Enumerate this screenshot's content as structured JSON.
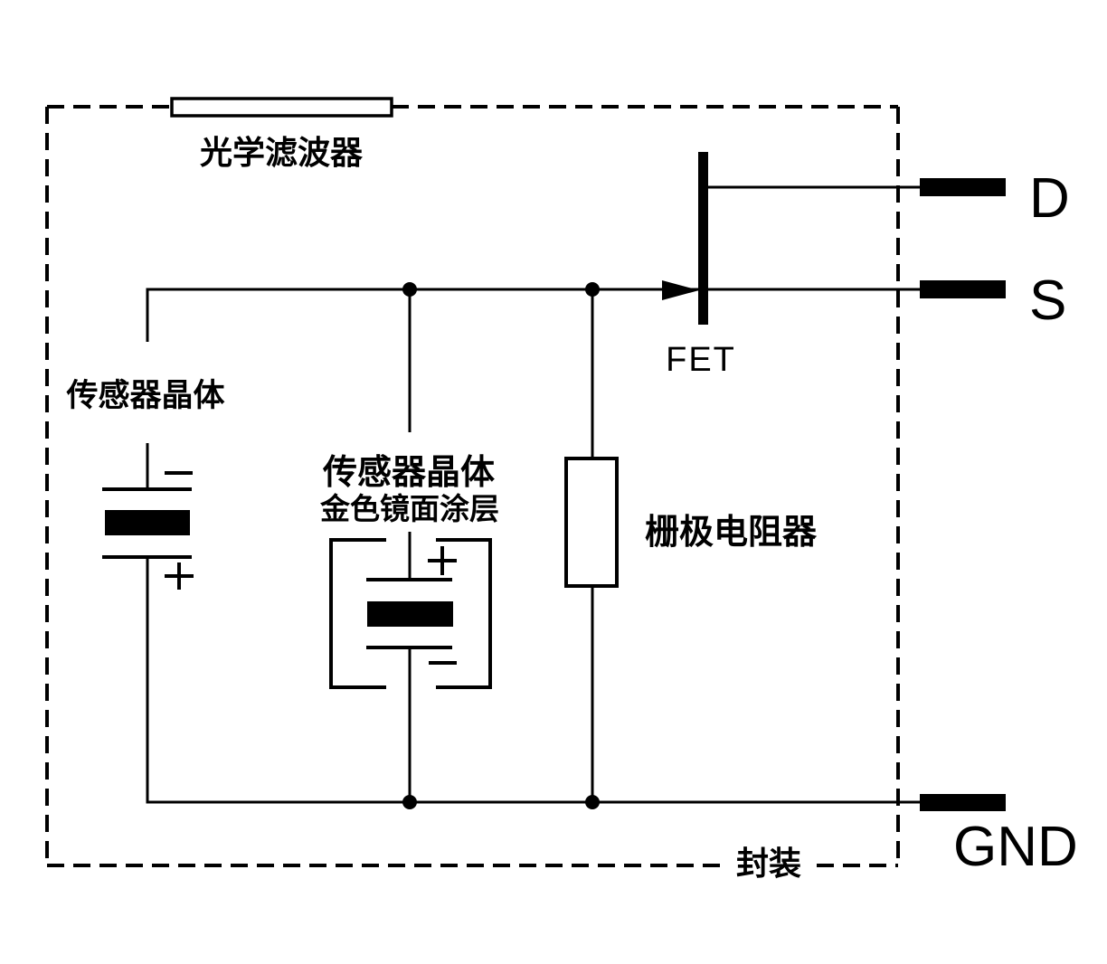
{
  "diagram": {
    "background_color": "#ffffff",
    "ink_color": "#000000",
    "package": {
      "label": "封装"
    },
    "optical_filter": {
      "label": "光学滤波器"
    },
    "sensor_crystal_left": {
      "label": "传感器晶体",
      "top_polarity": "−",
      "bottom_polarity": "+"
    },
    "sensor_crystal_middle": {
      "label_line1": "传感器晶体",
      "label_line2": "金色镜面涂层",
      "top_polarity": "+",
      "bottom_polarity": "−"
    },
    "gate_resistor": {
      "label": "栅极电阻器"
    },
    "fet": {
      "label": "FET"
    },
    "terminals": {
      "drain": "D",
      "source": "S",
      "ground": "GND"
    }
  }
}
